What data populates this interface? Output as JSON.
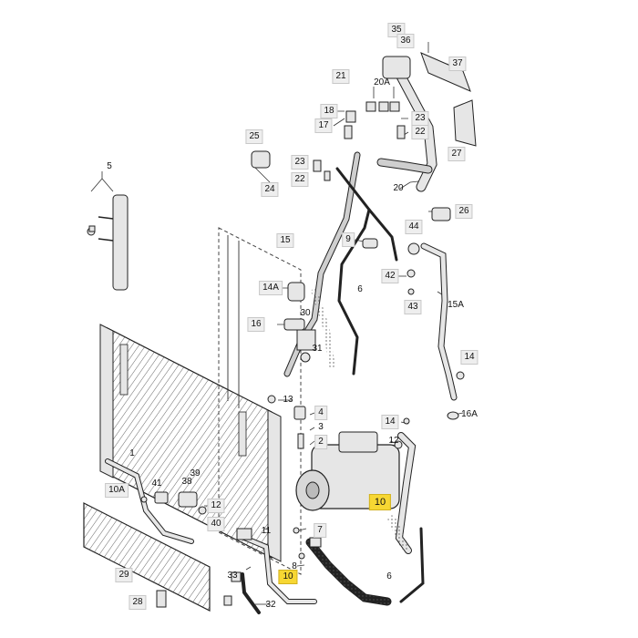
{
  "diagram": {
    "part_labels": {
      "p1": "1",
      "p3": "3",
      "p4": "4",
      "p5": "5",
      "p6a": "6",
      "p6b": "6",
      "p7": "7",
      "p8": "8",
      "p9": "9",
      "p10a": "10",
      "p10b": "10",
      "p10A": "10A",
      "p11": "11",
      "p12": "12",
      "p13": "13",
      "p14": "14",
      "p14A": "14A",
      "p14b": "14",
      "p15": "15",
      "p15A": "15A",
      "p16": "16",
      "p16A": "16A",
      "p17": "17",
      "p18": "18",
      "p20": "20",
      "p20A": "20A",
      "p21": "21",
      "p22": "22",
      "p23a": "23",
      "p23b": "23",
      "p24": "24",
      "p25": "25",
      "p26": "26",
      "p27": "27",
      "p28": "28",
      "p29": "29",
      "p30": "30",
      "p31": "31",
      "p32": "32",
      "p33": "33",
      "p35": "35",
      "p36": "36",
      "p37": "37",
      "p38": "38",
      "p39": "39",
      "p40": "40",
      "p41": "41",
      "p42": "42",
      "p43": "43",
      "p44": "44"
    },
    "colors": {
      "line": "#222222",
      "part_fill": "#e6e6e6",
      "hose_fill": "#cfcfcf",
      "label_box": "#eeeeee",
      "highlight": "#f7d733"
    }
  }
}
